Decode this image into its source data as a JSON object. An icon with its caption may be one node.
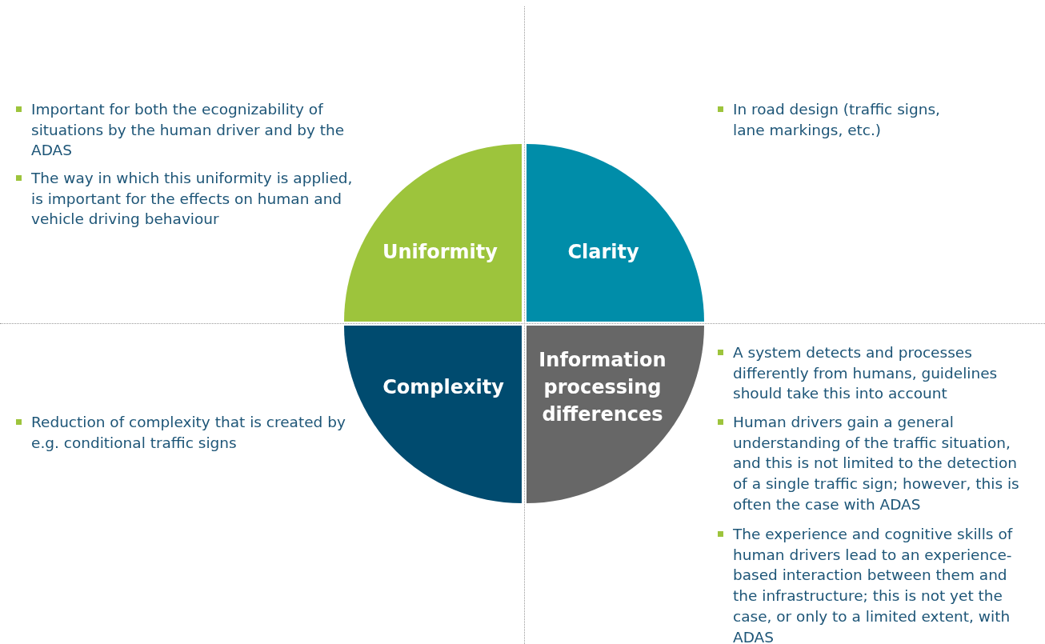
{
  "diagram": {
    "nodes": [
      {
        "text": [
          "Uniformity"
        ]
      },
      {
        "text": [
          "Clarity"
        ]
      },
      {
        "text": [
          "Complexity"
        ]
      },
      {
        "text": [
          "Information processing differences"
        ]
      }
    ],
    "edges": [],
    "labels": [
      "Important for both the ecognizability of situations by the human driver and by the ADAS",
      "The way in which this uniformity is applied, is important for the effects on human and vehicle driving behaviour",
      "In road design (traffic signs, lane markings, etc.)",
      "Reduction of complexity that is created by e.g. conditional traffic signs",
      "A system detects and processes differently from humans, guidelines should take this into account",
      "Human drivers gain a general understanding of the traffic situation, and this is not limited to the detection of a single traffic sign; however, this is often the case with ADAS",
      "The experience and cognitive skills of human drivers lead to an experience-based interaction between them and the infrastructure; this is not yet the case, or only to a limited extent, with ADAS"
    ]
  }
}
